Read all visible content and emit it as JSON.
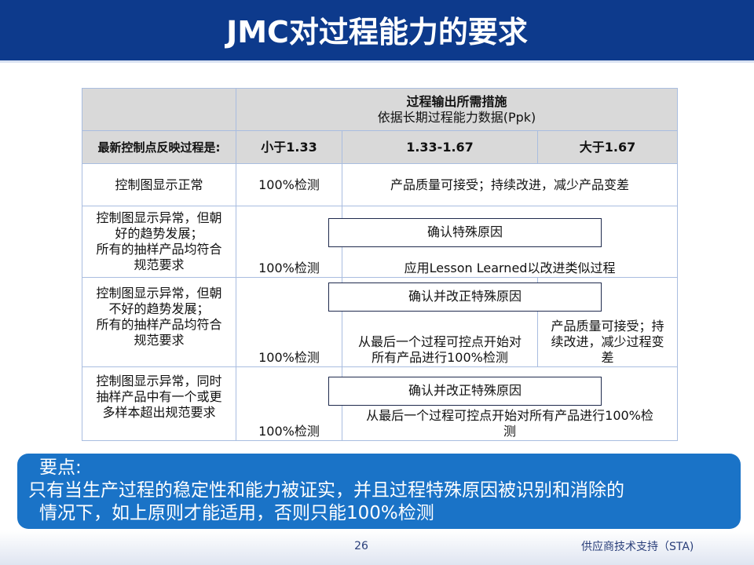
{
  "title": "JMC对过程能力的要求",
  "table": {
    "header": {
      "measures_title": "过程输出所需措施",
      "measures_sub": "依据长期过程能力数据(Ppk)"
    },
    "columns": {
      "row_label": "最新控制点反映过程是:",
      "lt": "小于1.33",
      "mid": "1.33-1.67",
      "gt": "大于1.67"
    },
    "rows": [
      {
        "condition": "控制图显示正常",
        "lt": "100%检测",
        "action": "产品质量可接受；持续改进，减少产品变差"
      },
      {
        "condition_lines": [
          "控制图显示异常，但朝",
          "好的趋势发展；",
          "所有的抽样产品均符合",
          "规范要求"
        ],
        "lt": "100%检测",
        "box": "确认特殊原因",
        "action": "应用Lesson Learned以改进类似过程"
      },
      {
        "condition_lines": [
          "控制图显示异常，但朝",
          "不好的趋势发展；",
          "所有的抽样产品均符合",
          "规范要求"
        ],
        "lt": "100%检测",
        "box": "确认并改正特殊原因",
        "mid_lines": [
          "从最后一个过程可控点开始对",
          "所有产品进行100%检测"
        ],
        "gt_lines": [
          "产品质量可接受；持",
          "续改进，减少过程变",
          "差"
        ]
      },
      {
        "condition_lines": [
          "控制图显示异常，同时",
          "抽样产品中有一个或更",
          "多样本超出规范要求"
        ],
        "lt": "100%检测",
        "box": "确认并改正特殊原因",
        "action_lines": [
          "从最后一个过程可控点开始对所有产品进行100%检",
          "测"
        ]
      }
    ]
  },
  "key_points": {
    "heading": "要点:",
    "line1": "只有当生产过程的稳定性和能力被证实，并且过程特殊原因被识别和消除的",
    "line2": "情况下，如上原则才能适用，否则只能100%检测"
  },
  "footer": {
    "page": "26",
    "supplier": "供应商技术支持（STA)"
  },
  "colors": {
    "title_bar": "#0d3a8c",
    "header_fill": "#d9d9d9",
    "grid": "#a9bde0",
    "key_box": "#1a73c7"
  }
}
